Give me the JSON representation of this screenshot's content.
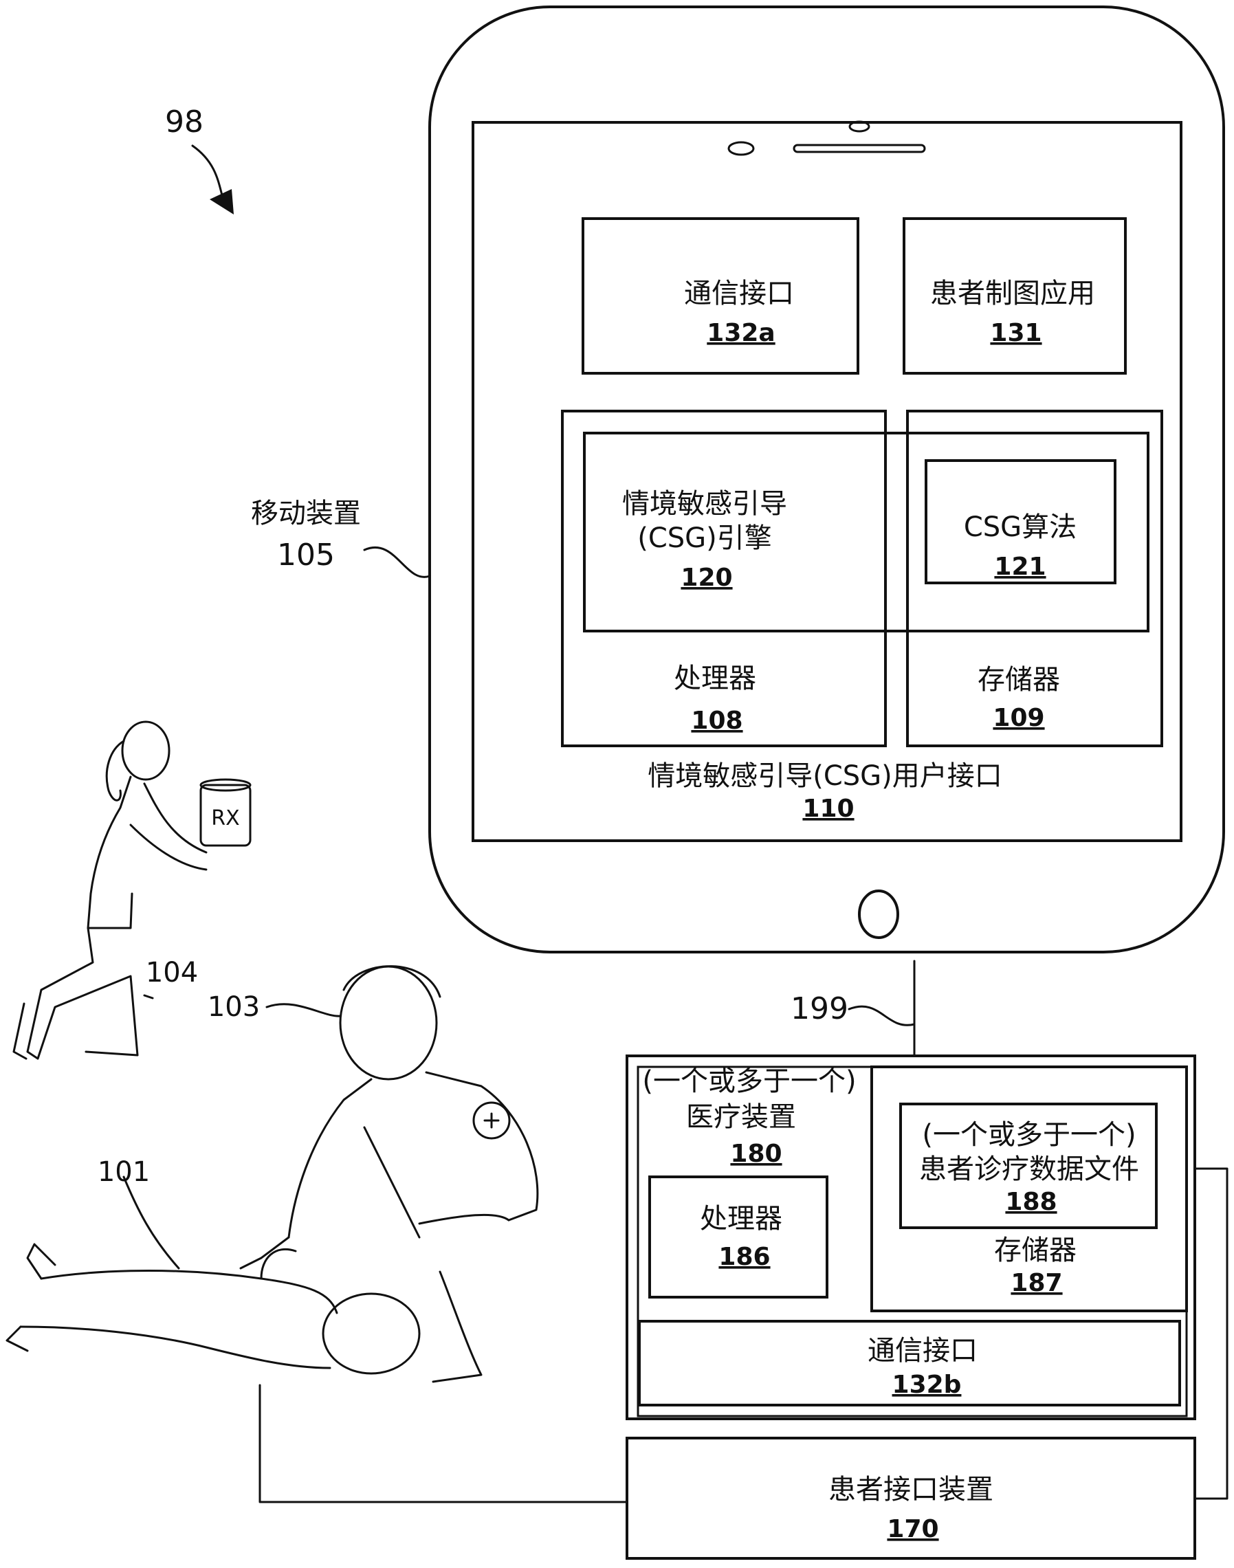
{
  "figure_number": "98",
  "labels": {
    "mobile_device": "移动装置",
    "mobile_device_ref": "105",
    "comm_interface_a": "通信接口",
    "comm_interface_a_ref": "132a",
    "patient_charting_app": "患者制图应用",
    "patient_charting_app_ref": "131",
    "csg_engine_line1": "情境敏感引导",
    "csg_engine_line2": "(CSG)引擎",
    "csg_engine_ref": "120",
    "csg_algorithm": "CSG算法",
    "csg_algorithm_ref": "121",
    "processor_top": "处理器",
    "processor_top_ref": "108",
    "memory_top": "存储器",
    "memory_top_ref": "109",
    "csg_ui": "情境敏感引导(CSG)用户接口",
    "csg_ui_ref": "110",
    "link_ref": "199",
    "medical_device_qualifier": "(一个或多于一个)",
    "medical_device": "医疗装置",
    "medical_device_ref": "180",
    "patient_files_qualifier": "(一个或多于一个)",
    "patient_files": "患者诊疗数据文件",
    "patient_files_ref": "188",
    "memory_bottom": "存储器",
    "memory_bottom_ref": "187",
    "processor_bottom": "处理器",
    "processor_bottom_ref": "186",
    "comm_interface_b": "通信接口",
    "comm_interface_b_ref": "132b",
    "patient_interface_device": "患者接口装置",
    "patient_interface_device_ref": "170",
    "bystander_ref": "104",
    "rescuer_ref": "103",
    "patient_ref": "101",
    "rx_label": "RX"
  }
}
